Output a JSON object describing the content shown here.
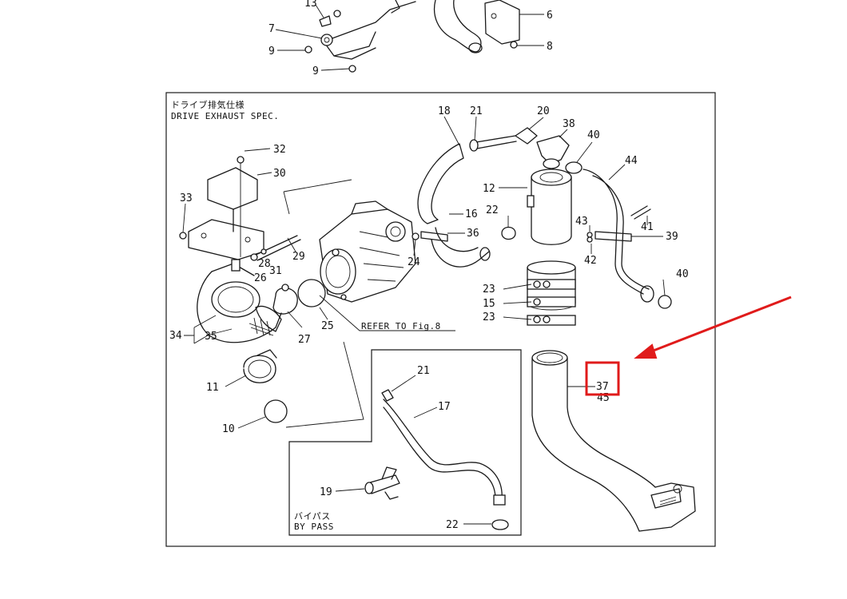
{
  "diagram": {
    "main_caption_jp": "ドライブ排気仕様",
    "main_caption_en": "DRIVE EXHAUST SPEC.",
    "bypass_caption_jp": "バイパス",
    "bypass_caption_en": "BY PASS",
    "refer_note": "REFER TO Fig.8",
    "labels": {
      "p13": "13",
      "p7": "7",
      "p9a": "9",
      "p9b": "9",
      "p6": "6",
      "p8": "8",
      "p18": "18",
      "p21a": "21",
      "p20": "20",
      "p38": "38",
      "p40a": "40",
      "p44": "44",
      "p32": "32",
      "p30": "30",
      "p33": "33",
      "p12": "12",
      "p16": "16",
      "p22a": "22",
      "p36": "36",
      "p43": "43",
      "p41": "41",
      "p39": "39",
      "p42": "42",
      "p24": "24",
      "p28": "28",
      "p29": "29",
      "p26": "26",
      "p31": "31",
      "p40b": "40",
      "p23a": "23",
      "p15": "15",
      "p23b": "23",
      "p25": "25",
      "p27": "27",
      "p34": "34",
      "p35": "35",
      "p11": "11",
      "p10": "10",
      "p21b": "21",
      "p17": "17",
      "p37": "37",
      "p45": "45",
      "p19": "19",
      "p22b": "22"
    },
    "highlight": {
      "color": "#e01b1b",
      "target_label": "37"
    }
  }
}
